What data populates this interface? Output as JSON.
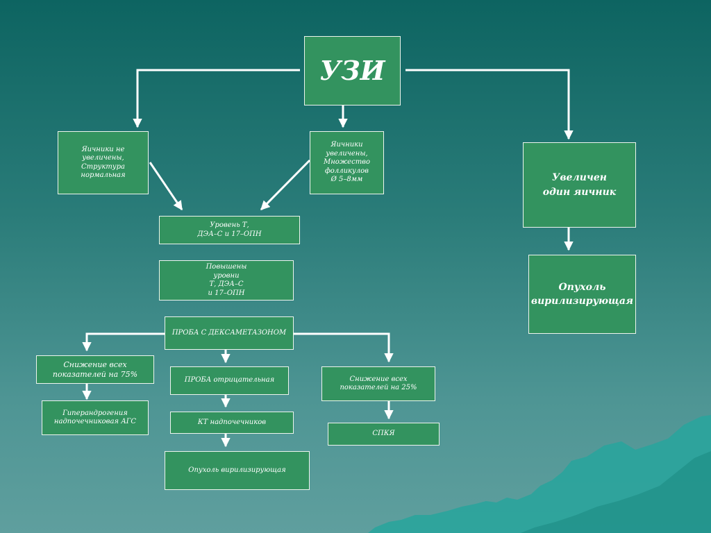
{
  "colors": {
    "box_fill": "#33935f",
    "box_border": "#eef5ee",
    "arrow": "#ffffff",
    "background_top": "#0d6461",
    "background_bottom": "#5f9f9e",
    "mountains": "#2aa49c"
  },
  "nodes": {
    "uzi": "УЗИ",
    "ovaries_normal": "Яичники не\nувеличены,\nСтруктура\nнормальная",
    "ovaries_enlarged": "Яичники\nувеличены,\nМножество\nфолликулов\nØ 5–8мм",
    "one_ovary_enlarged": "Увеличен\nодин яичник",
    "tumor_virilizing_right": "Опухоль\nвирилизирующая",
    "hormone_levels": "Уровень Т,\nДЭА–С и 17–ОПН",
    "elevated_levels": "Повышены\nуровни\nТ, ДЭА–С\nи 17–ОПН",
    "dexamethasone_test": "ПРОБА С ДЕКСАМЕТАЗОНОМ",
    "decrease_75": "Снижение всех\nпоказателей на 75%",
    "hyperandrogenism": "Гиперандрогения\nнадпочечниковая АГС",
    "test_negative": "ПРОБА отрицательная",
    "ct_adrenal": "КТ надпочечников",
    "tumor_virilizing_bottom": "Опухоль вирилизирующая",
    "decrease_25": "Снижение всех\nпоказателей на 25%",
    "pcos": "СПКЯ"
  }
}
